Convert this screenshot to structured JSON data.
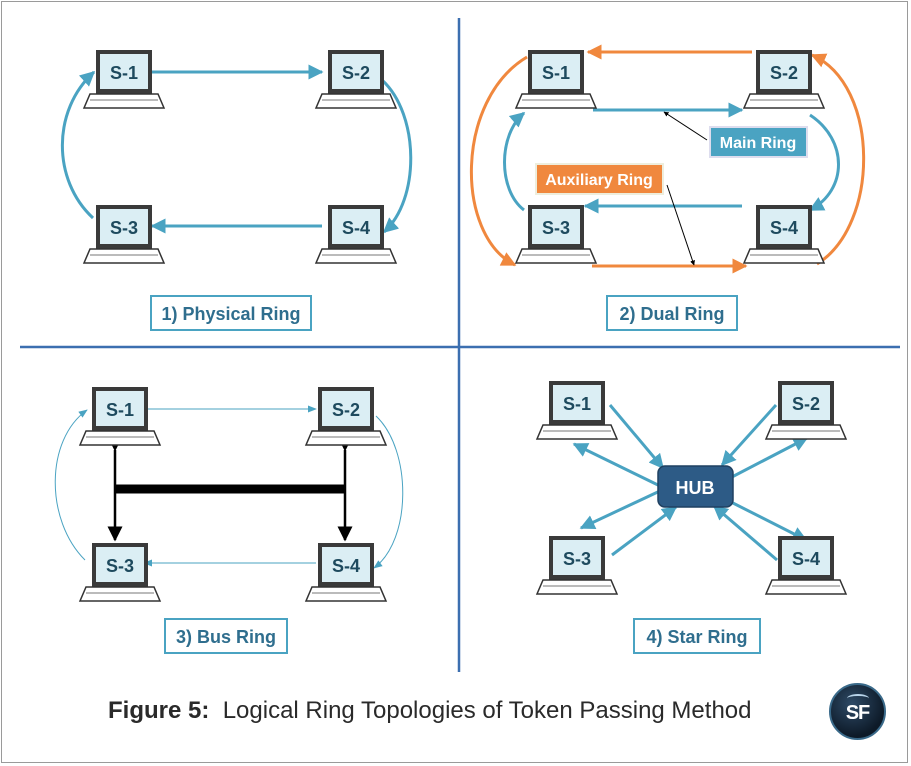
{
  "panels": [
    {
      "caption": "1) Physical Ring",
      "stations": [
        "S-1",
        "S-2",
        "S-3",
        "S-4"
      ]
    },
    {
      "caption": "2) Dual Ring",
      "stations": [
        "S-1",
        "S-2",
        "S-3",
        "S-4"
      ],
      "callouts": {
        "main": "Main Ring",
        "auxiliary": "Auxiliary Ring"
      }
    },
    {
      "caption": "3) Bus Ring",
      "stations": [
        "S-1",
        "S-2",
        "S-3",
        "S-4"
      ]
    },
    {
      "caption": "4) Star Ring",
      "stations": [
        "S-1",
        "S-2",
        "S-3",
        "S-4"
      ],
      "hub": "HUB"
    }
  ],
  "figure_caption": {
    "label": "Figure 5:",
    "text": "Logical Ring Topologies of Token Passing Method"
  },
  "logo": {
    "text": "SF",
    "icon": "open-book-icon"
  },
  "colors": {
    "teal": "#4aa3c2",
    "orange": "#f0883e",
    "divider": "#3c6fb0",
    "hub": "#2d5b86",
    "caption_text": "#2f6e8e"
  }
}
